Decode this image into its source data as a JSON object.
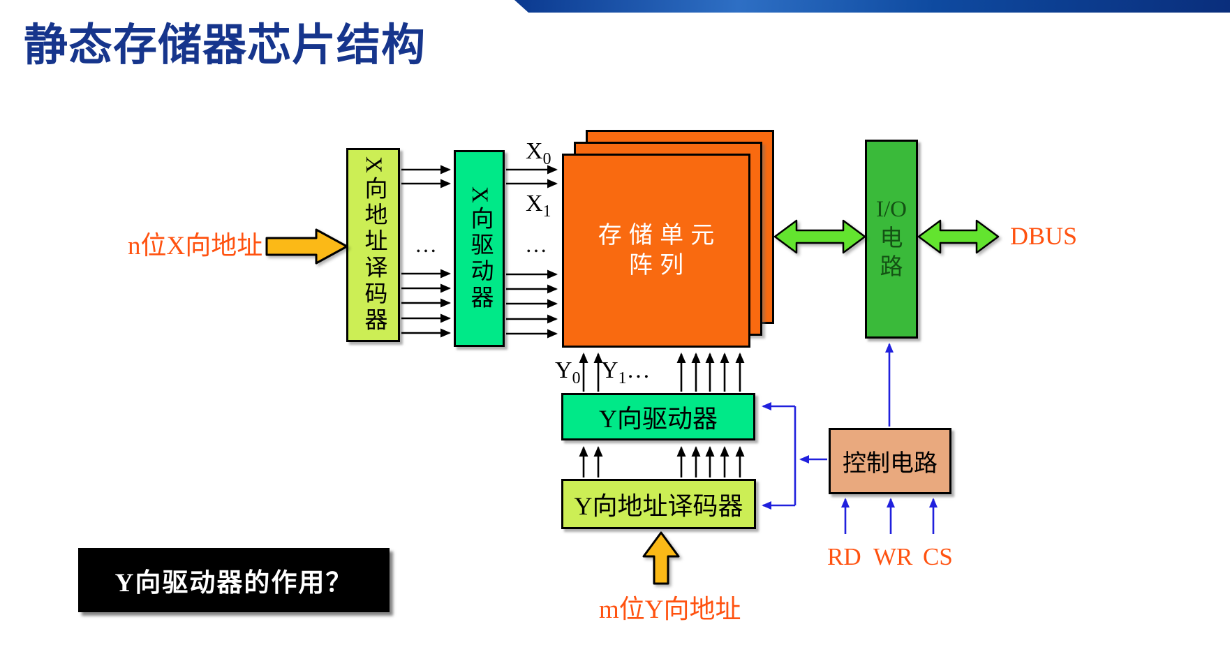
{
  "title": "静态存储器芯片结构",
  "boxes": {
    "x_decoder": "X向地址译码器",
    "x_driver": "X向驱动器",
    "array_line1": "存储单元",
    "array_line2": "阵列",
    "io_line1": "I/O",
    "io_line2": "电",
    "io_line3": "路",
    "y_driver": "Y向驱动器",
    "y_decoder": "Y向地址译码器",
    "control": "控制电路"
  },
  "labels": {
    "n_addr": "n位X向地址",
    "m_addr": "m位Y向地址",
    "dbus": "DBUS",
    "rd": "RD",
    "wr": "WR",
    "cs": "CS",
    "x0": {
      "base": "X",
      "sub": "0"
    },
    "x1": {
      "base": "X",
      "sub": "1"
    },
    "y0": {
      "base": "Y",
      "sub": "0"
    },
    "y1": {
      "base": "Y",
      "sub": "1",
      "trail": "…"
    },
    "dots": "…"
  },
  "question": "Y向驱动器的作用？",
  "colors": {
    "title_blue": "#16358C",
    "orange_text": "#FF5210",
    "decoder_fill": "#CCEE55",
    "driver_fill": "#00E988",
    "array_fill": "#F96A10",
    "io_fill": "#3ABA3A",
    "io_text": "#145214",
    "control_fill": "#E9A97E",
    "block_arrow_yellow": "#FBB917",
    "double_arrow_green": "#63E42F",
    "line_blue": "#2020DD"
  }
}
